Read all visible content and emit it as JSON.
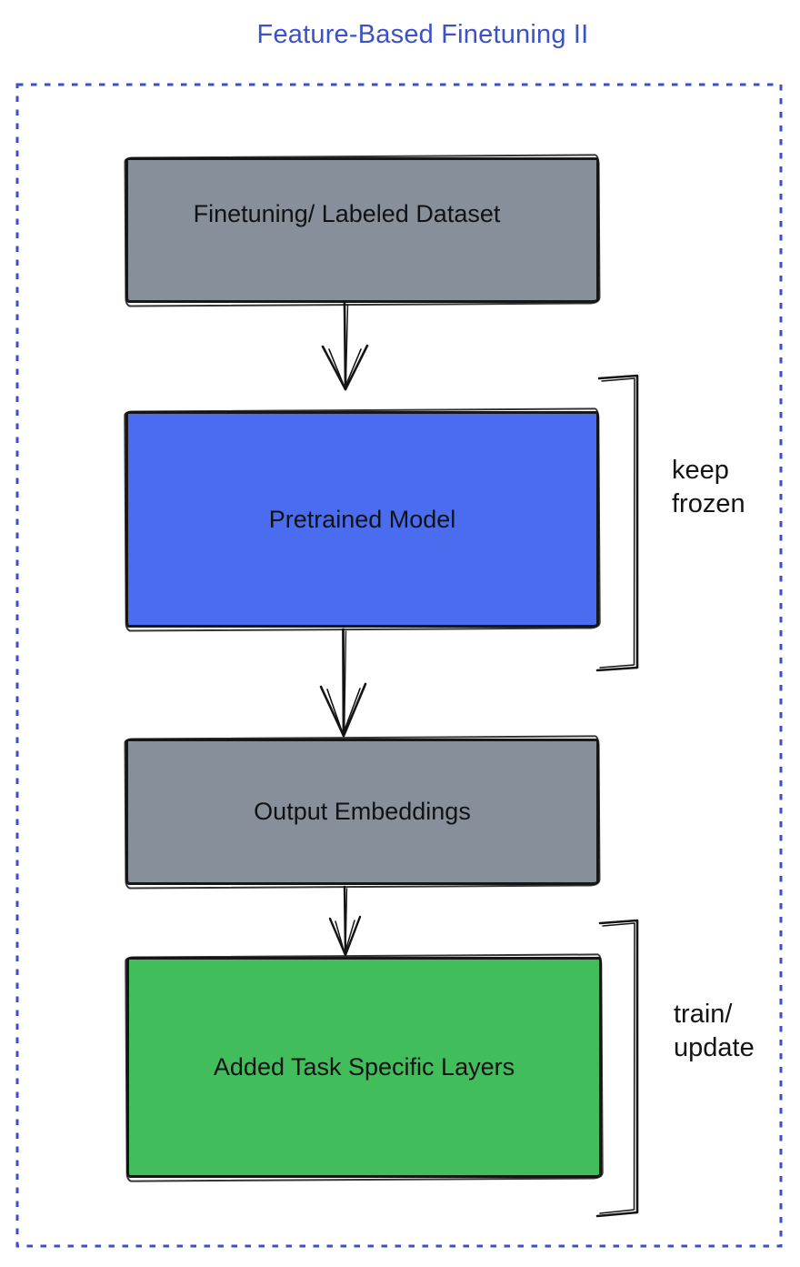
{
  "title": {
    "text": "Feature-Based Finetuning II",
    "color": "#3B52C7"
  },
  "frame": {
    "style": "dashed",
    "border_color": "#3A4FC8"
  },
  "nodes": [
    {
      "id": "finetuning-labeled-dataset",
      "label": "Finetuning/ Labeled Dataset",
      "fill": "#87909A"
    },
    {
      "id": "pretrained-model",
      "label": "Pretrained Model",
      "fill": "#4A6DEF"
    },
    {
      "id": "output-embeddings",
      "label": "Output Embeddings",
      "fill": "#87909A"
    },
    {
      "id": "added-task-specific-layers",
      "label": "Added Task Specific Layers",
      "fill": "#41BD5B"
    }
  ],
  "annotations": [
    {
      "id": "keep-frozen",
      "line1": "keep",
      "line2": "frozen",
      "target": "pretrained-model"
    },
    {
      "id": "train-update",
      "line1": "train/",
      "line2": "update",
      "target": "added-task-specific-layers"
    }
  ],
  "connectors": {
    "ink_color": "#141414"
  }
}
